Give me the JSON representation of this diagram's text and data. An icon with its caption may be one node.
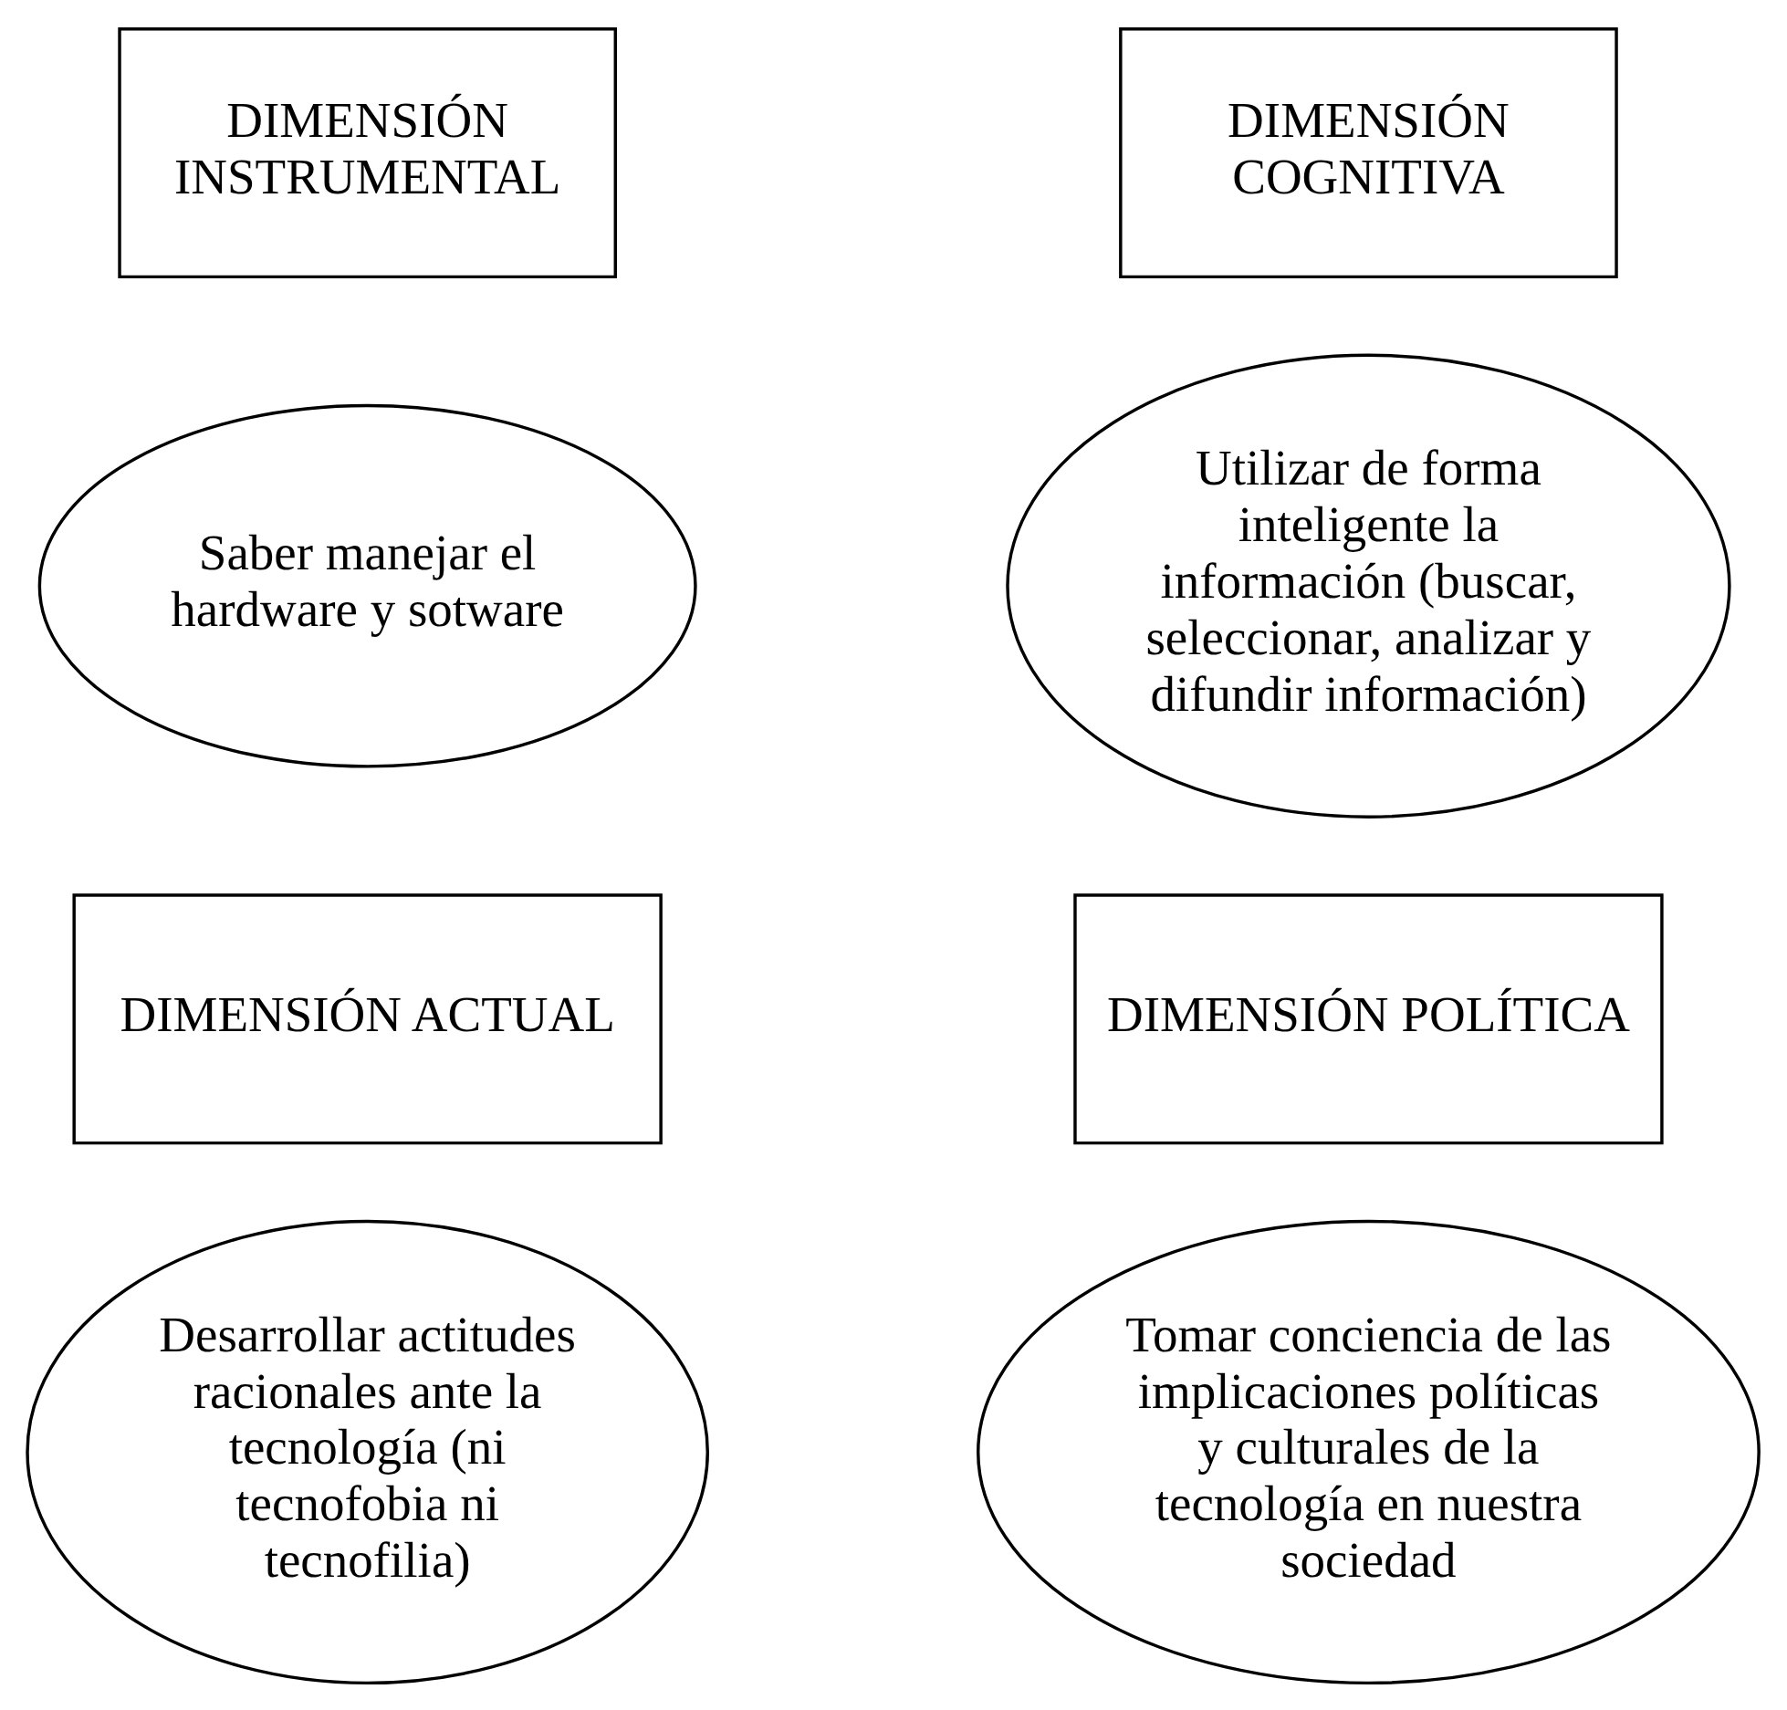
{
  "diagram": {
    "nodes": [
      {
        "text": [
          "DIMENSIÓN INSTRUMENTAL"
        ]
      },
      {
        "text": [
          "DIMENSIÓN COGNITIVA"
        ]
      },
      {
        "text": [
          "Saber manejar el hardware y sotware"
        ]
      },
      {
        "text": [
          "Utilizar de forma inteligente la información (buscar, seleccionar, analizar y difundir información)"
        ]
      },
      {
        "text": [
          "DIMENSIÓN ACTUAL"
        ]
      },
      {
        "text": [
          "DIMENSIÓN POLÍTICA"
        ]
      },
      {
        "text": [
          "Desarrollar actitudes racionales ante la tecnología (ni tecnofobia ni tecnofilia)"
        ]
      },
      {
        "text": [
          "Tomar conciencia de las implicaciones políticas y culturales de la tecnología en nuestra sociedad"
        ]
      }
    ]
  }
}
